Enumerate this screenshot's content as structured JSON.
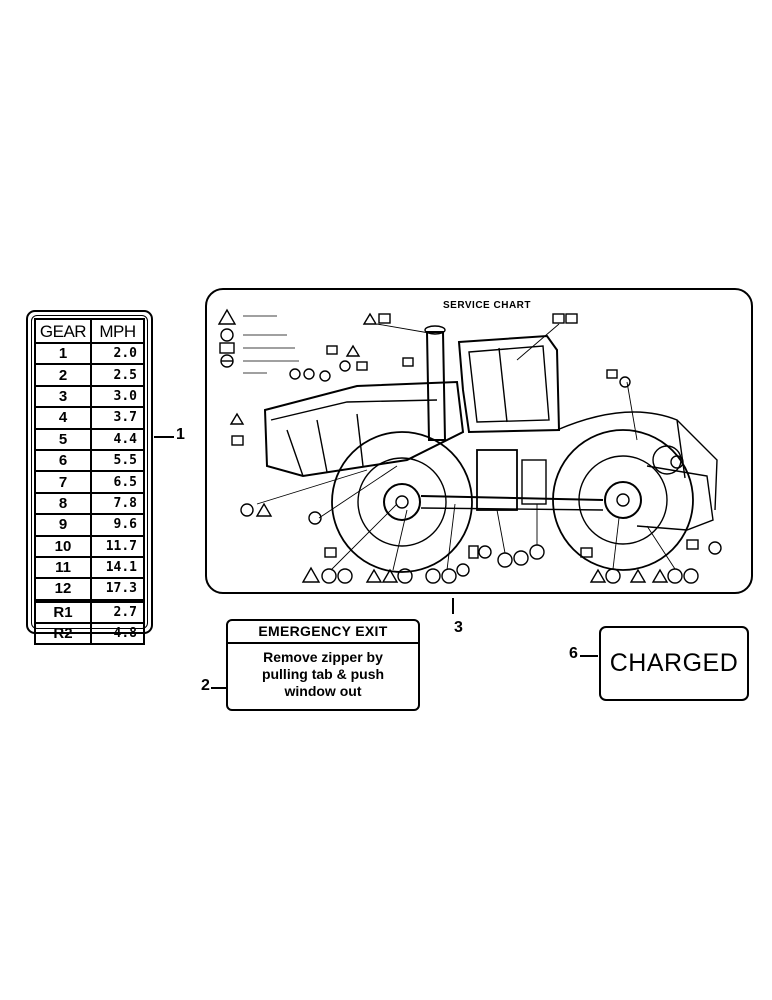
{
  "gear_table": {
    "headers": [
      "GEAR",
      "MPH"
    ],
    "rows": [
      {
        "gear": "1",
        "mph": "2.0"
      },
      {
        "gear": "2",
        "mph": "2.5"
      },
      {
        "gear": "3",
        "mph": "3.0"
      },
      {
        "gear": "4",
        "mph": "3.7"
      },
      {
        "gear": "5",
        "mph": "4.4"
      },
      {
        "gear": "6",
        "mph": "5.5"
      },
      {
        "gear": "7",
        "mph": "6.5"
      },
      {
        "gear": "8",
        "mph": "7.8"
      },
      {
        "gear": "9",
        "mph": "9.6"
      },
      {
        "gear": "10",
        "mph": "11.7"
      },
      {
        "gear": "11",
        "mph": "14.1"
      },
      {
        "gear": "12",
        "mph": "17.3"
      }
    ],
    "reverse_rows": [
      {
        "gear": "R1",
        "mph": "2.7"
      },
      {
        "gear": "R2",
        "mph": "4.8"
      }
    ]
  },
  "callouts": {
    "gear_decal": "1",
    "exit_decal": "2",
    "service_chart": "3",
    "charged_decal": "6"
  },
  "service_chart": {
    "title": "SERVICE CHART"
  },
  "emergency_exit": {
    "title": "EMERGENCY EXIT",
    "lines": [
      "Remove zipper by",
      "pulling tab & push",
      "window out"
    ]
  },
  "charged": {
    "label": "CHARGED"
  }
}
